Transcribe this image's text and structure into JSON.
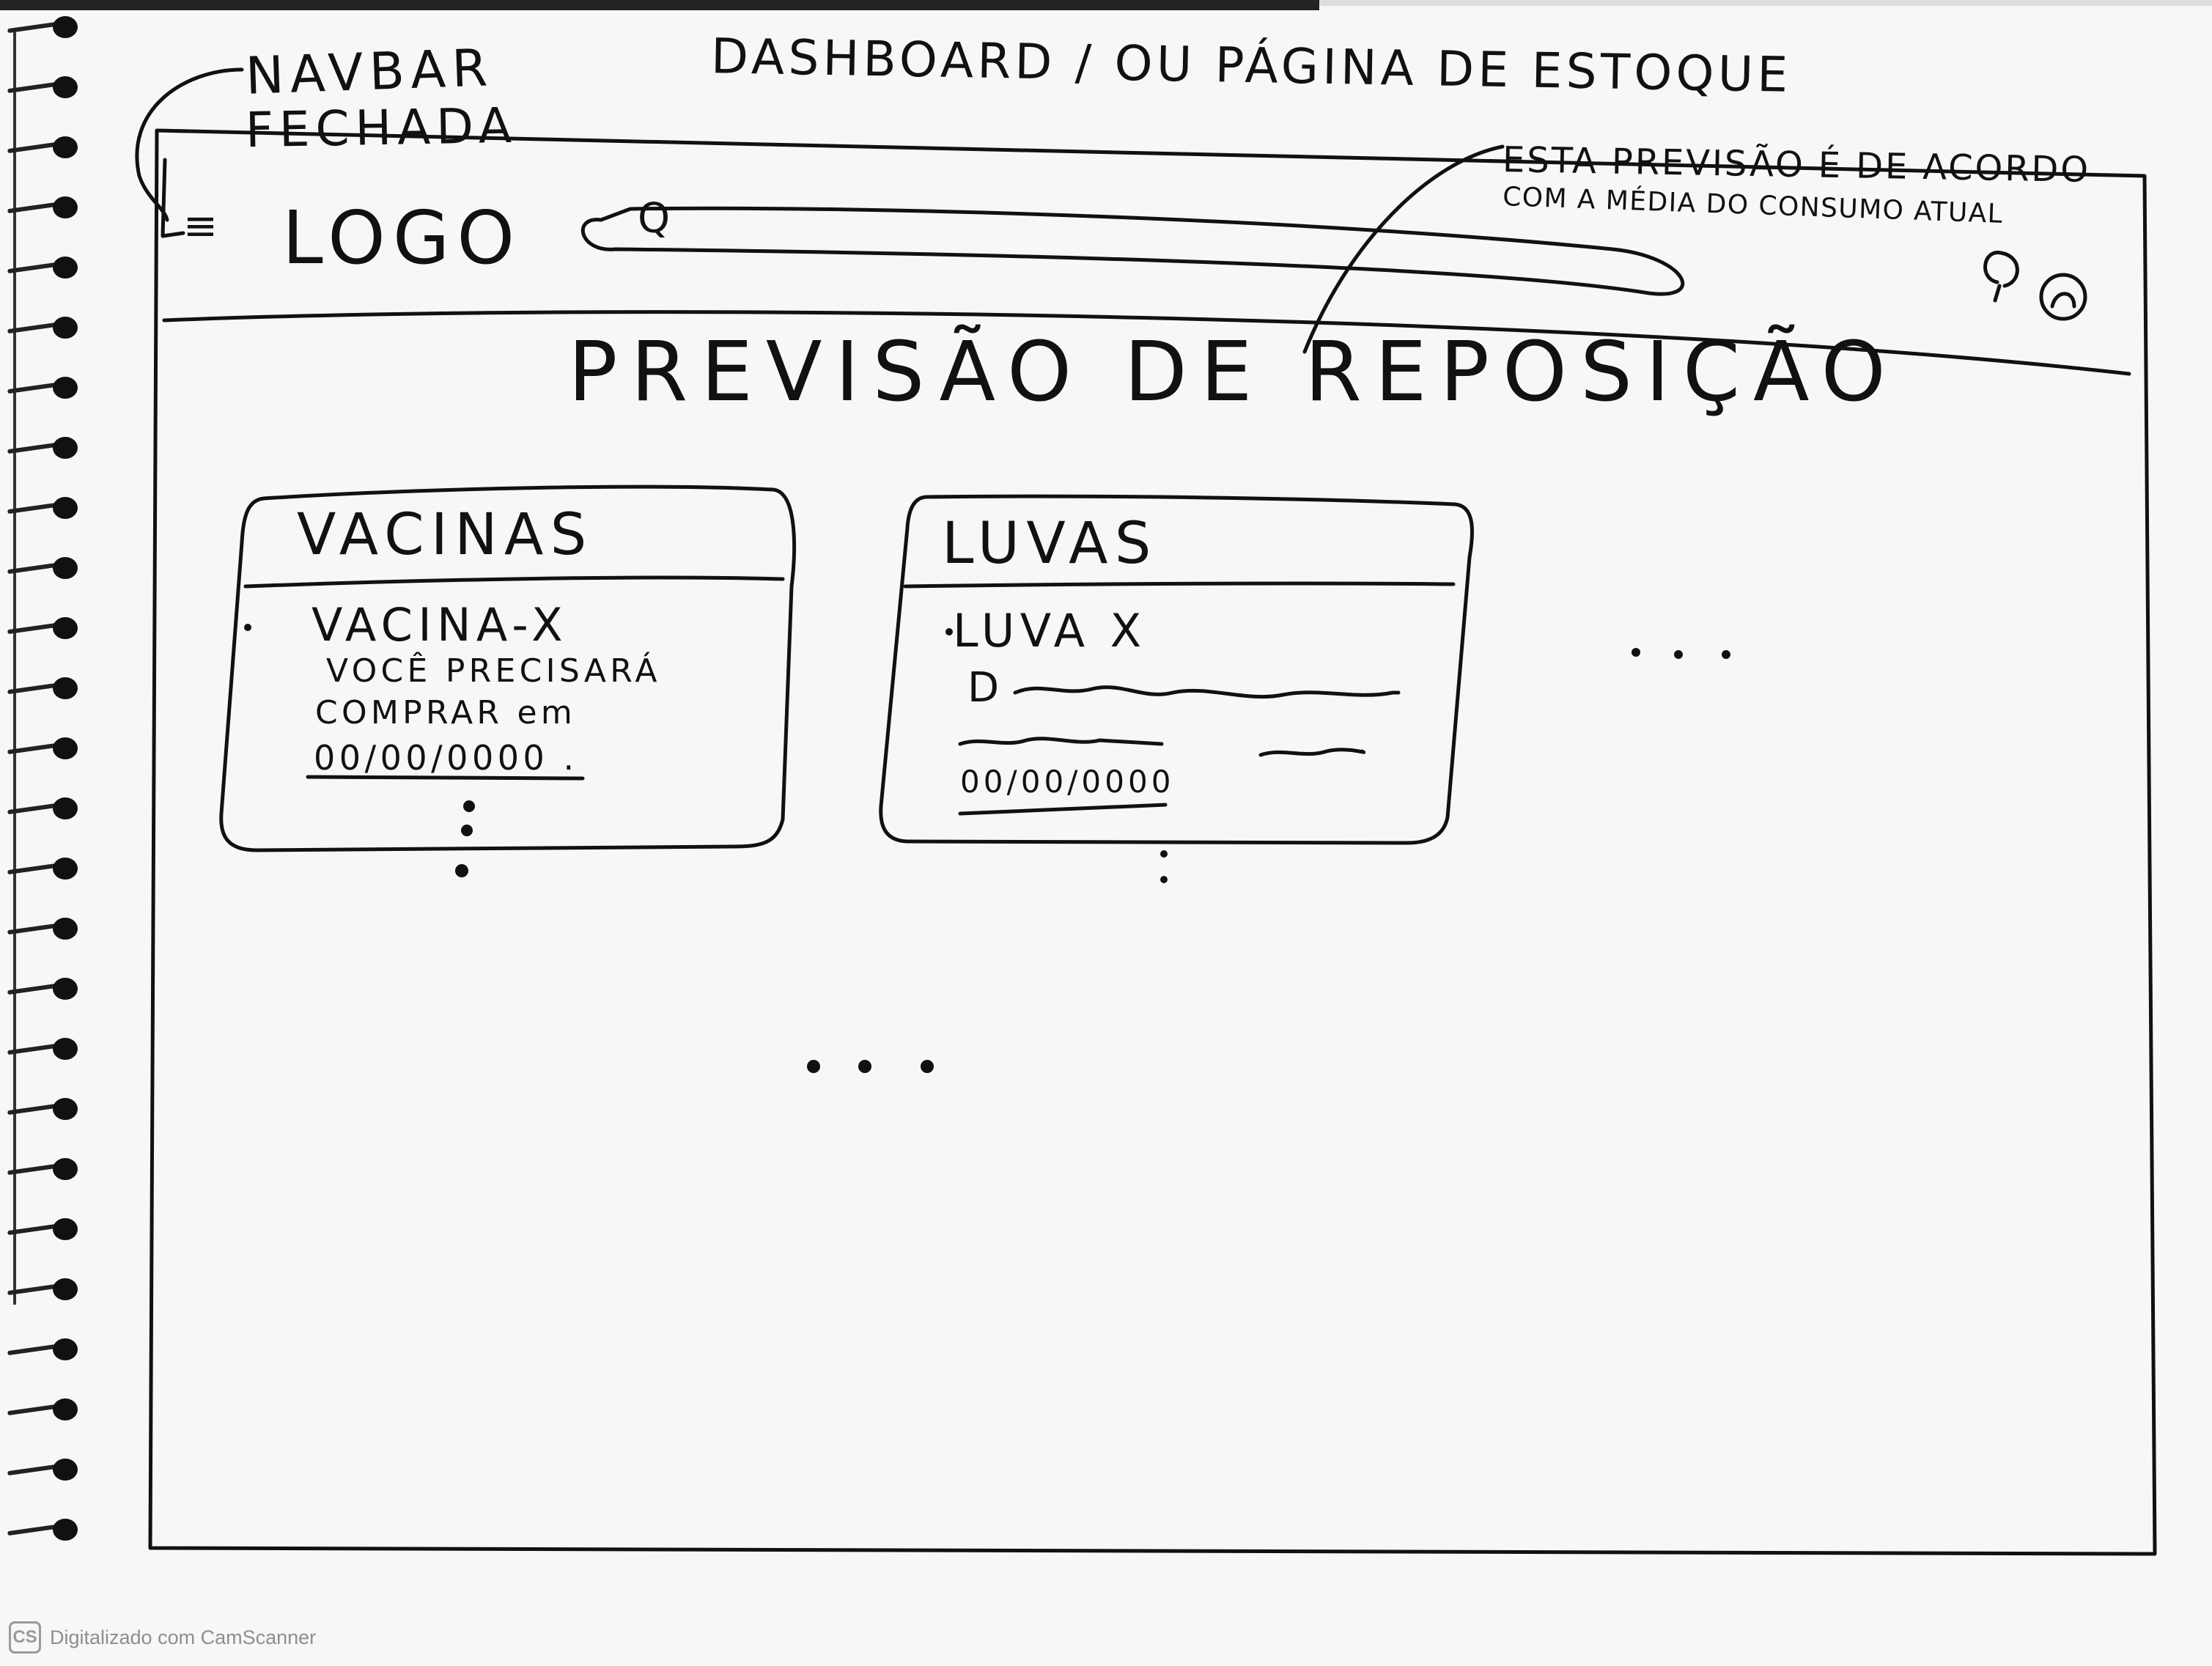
{
  "annotations": {
    "navbar_note": [
      "NAVBAR",
      "FECHADA"
    ],
    "page_title": "DASHBOARD / OU PÁGINA DE ESTOQUE",
    "forecast_note": [
      "ESTA PREVISÃO É DE ACORDO",
      "COM A MÉDIA DO CONSUMO ATUAL"
    ]
  },
  "navbar": {
    "logo": "LOGO",
    "search_icon": "search-icon",
    "menu_icon": "hamburger-menu-icon",
    "notification_icon": "bell-icon",
    "avatar_icon": "user-avatar-icon"
  },
  "main": {
    "heading": "PREVISÃO DE REPOSIÇÃO",
    "cards": [
      {
        "title": "VACINAS",
        "item": "VACINA-X",
        "text": [
          "VOCÊ PRECISARÁ",
          "COMPRAR em"
        ],
        "date": "00/00/0000 ."
      },
      {
        "title": "LUVAS",
        "item": "LUVA X",
        "text": [
          "D"
        ],
        "date": "00/00/0000"
      }
    ],
    "more_indicator": "...",
    "more_below": "..."
  },
  "footer": {
    "brand_badge": "CS",
    "brand_text": "Digitalizado com CamScanner"
  }
}
